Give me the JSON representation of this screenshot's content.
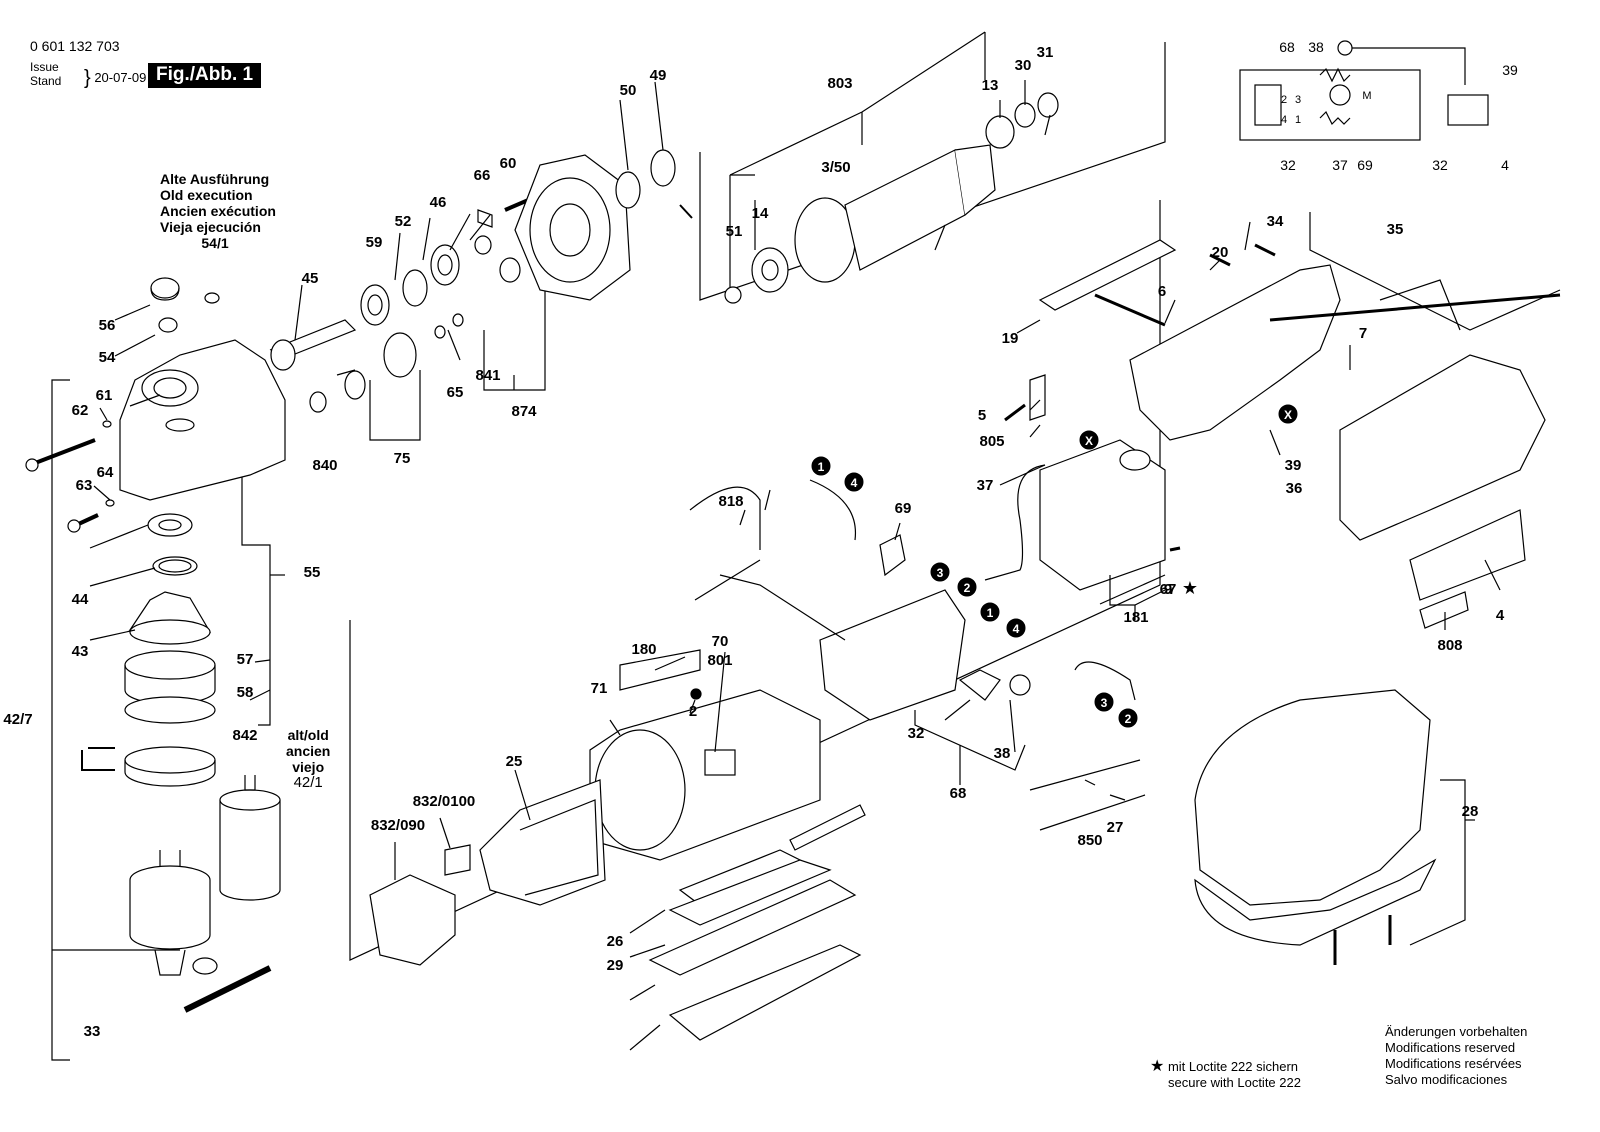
{
  "header": {
    "doc_number": "0 601 132 703",
    "issue_label_1": "Issue",
    "issue_label_2": "Stand",
    "issue_date": "20-07-09",
    "figure": "Fig./Abb. 1"
  },
  "notes": {
    "old_execution": [
      "Alte Ausführung",
      "Old execution",
      "Ancien exécution",
      "Vieja ejecución"
    ],
    "old_execution_part": "54/1",
    "alt_old": [
      "alt/old",
      "ancien",
      "viejo"
    ],
    "alt_old_part": "42/1",
    "changes_reserved": [
      "Änderungen vorbehalten",
      "Modifications reserved",
      "Modifications resérvées",
      "Salvo modificaciones"
    ],
    "loctite": [
      "mit Loctite 222 sichern",
      "secure with Loctite 222"
    ],
    "star_symbol": "★"
  },
  "part_labels": [
    "13",
    "30",
    "31",
    "49",
    "50",
    "803",
    "3/50",
    "51",
    "14",
    "66",
    "60",
    "46",
    "52",
    "59",
    "45",
    "56",
    "54",
    "62",
    "61",
    "63",
    "64",
    "65",
    "841",
    "874",
    "75",
    "840",
    "55",
    "44",
    "43",
    "57",
    "58",
    "842",
    "42/7",
    "33",
    "35",
    "34",
    "20",
    "6",
    "19",
    "7",
    "5",
    "805",
    "39",
    "36",
    "37",
    "69",
    "818",
    "818 ★",
    "9",
    "67",
    "4",
    "808",
    "181",
    "180",
    "70",
    "801",
    "2",
    "71",
    "25",
    "832/0100",
    "832/090",
    "32",
    "38",
    "68",
    "850",
    "27",
    "28",
    "26",
    "29"
  ],
  "callouts": {
    "circle_1": "1",
    "circle_2": "2",
    "circle_3": "3",
    "circle_4": "4",
    "x_mark": "X"
  },
  "schematic": {
    "labels": [
      "68",
      "38",
      "39",
      "2",
      "3",
      "4",
      "1",
      "M",
      "32",
      "37",
      "69",
      "32",
      "4"
    ]
  }
}
